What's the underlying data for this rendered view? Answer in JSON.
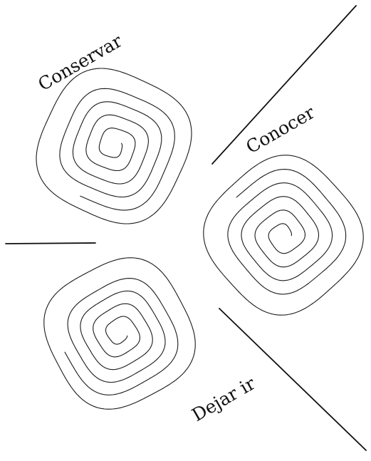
{
  "labels": {
    "top": "Conservar",
    "right": "Conocer",
    "bottom": "Dejar ir"
  },
  "colors": {
    "ink": "#1a1a1a",
    "background": "#ffffff"
  }
}
